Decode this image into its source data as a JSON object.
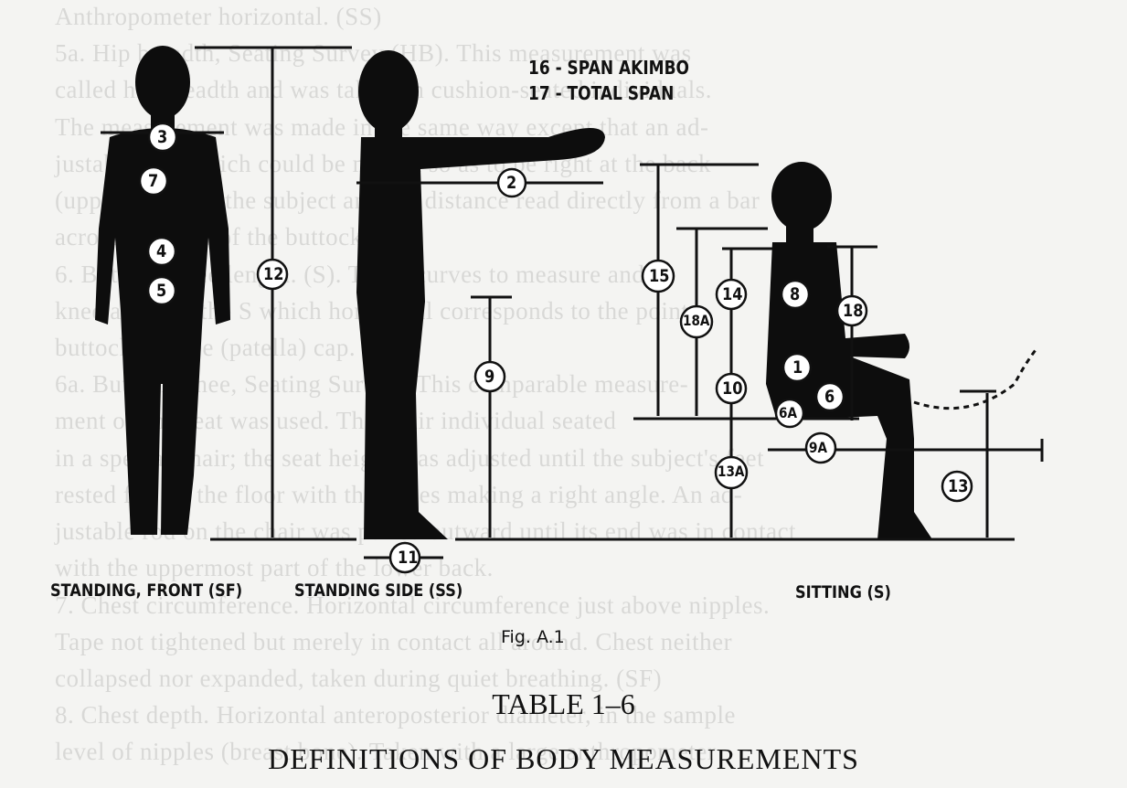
{
  "background_text": [
    "Anthropometer horizontal. (SS)",
    "5a. Hip breadth, Seating Survey (HB). This measurement was",
    "called hip breadth and was taken on cushion-seated individuals.",
    "The measurement was made in the same way except that an ad-",
    "justable rule which could be moved so as to be right at the back",
    "(upper thigh) of the subject and the distance read directly from a bar",
    "across the back of the buttocks.",
    "6. Buttock-knee length. (S). The S curves to measure and",
    "knee angle of the S which horizontal corresponds to the point",
    "buttock to knee (patella) cap.",
    "6a. Buttock-knee, Seating Survey (This comparable measure-",
    "ment on the seat was used. The chair individual seated",
    "in a special chair; the seat height was adjusted until the subject's feet",
    "rested flat on the floor with the knees making a right angle. An ad-",
    "justable rod on the chair was pulled outward until its end was in contact",
    "with the uppermost part of the lower back.",
    "7. Chest circumference. Horizontal circumference just above nipples.",
    "Tape not tightened but merely in contact all around. Chest neither",
    "collapsed nor expanded, taken during quiet breathing. (SF)",
    "8. Chest depth. Horizontal anteroposterior diameter, in the sample",
    "level of nipples (breast bone). Taken with a large anthropometer"
  ],
  "figure": {
    "legend": [
      "16 - SPAN AKIMBO",
      "17 - TOTAL SPAN"
    ],
    "labels": {
      "m1": "1",
      "m2": "2",
      "m3": "3",
      "m4": "4",
      "m5": "5",
      "m6": "6",
      "m6a": "6A",
      "m7": "7",
      "m8": "8",
      "m9": "9",
      "m9a": "9A",
      "m10": "10",
      "m11": "11",
      "m12": "12",
      "m13": "13",
      "m13a": "13A",
      "m14": "14",
      "m15": "15",
      "m18": "18",
      "m18a": "18A"
    },
    "captions": {
      "front": "STANDING, FRONT (SF)",
      "side": "STANDING SIDE (SS)",
      "sitting": "SITTING (S)"
    },
    "fig_label": "Fig. A.1"
  },
  "table_number": "TABLE 1–6",
  "table_title": "DEFINITIONS OF BODY MEASUREMENTS"
}
